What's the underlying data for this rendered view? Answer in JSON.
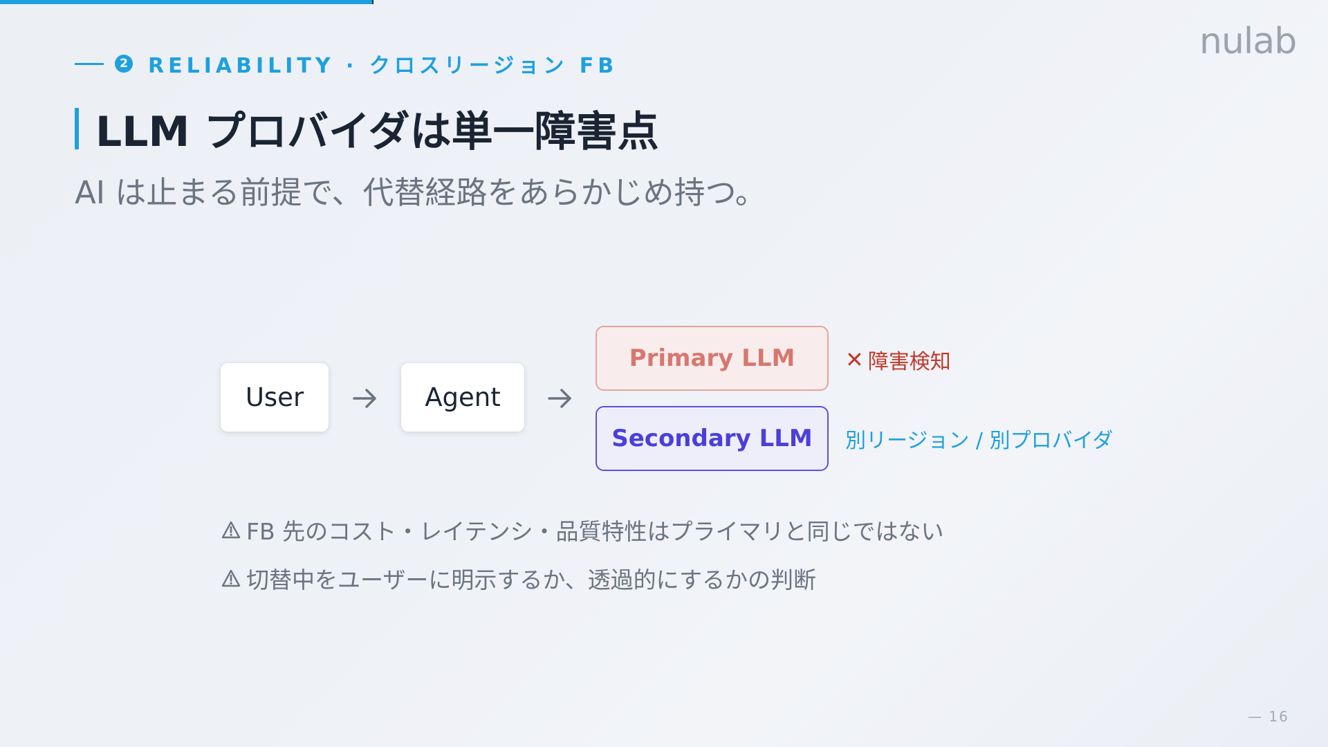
{
  "progress": {
    "fraction": 0.28,
    "color": "#1fa0de"
  },
  "logo": {
    "text": "nulab"
  },
  "header": {
    "section_number": "2",
    "section_label": "RELIABILITY · クロスリージョン FB",
    "title": "LLM プロバイダは単一障害点",
    "subtitle": "AI は止まる前提で、代替経路をあらかじめ持つ。"
  },
  "diagram": {
    "user_label": "User",
    "agent_label": "Agent",
    "primary_label": "Primary LLM",
    "secondary_label": "Secondary LLM",
    "failure_mark": "✕",
    "failure_note": "障害検知",
    "alternate_note": "別リージョン / 別プロバイダ",
    "arrow_icon": "arrow-right-icon"
  },
  "warnings": [
    {
      "icon": "warning-icon",
      "text": "FB 先のコスト・レイテンシ・品質特性はプライマリと同じではない"
    },
    {
      "icon": "warning-icon",
      "text": "切替中をユーザーに明示するか、透過的にするかの判断"
    }
  ],
  "footer": {
    "page_number": "— 16"
  },
  "colors": {
    "accent": "#1fa0de",
    "primary_fill": "#f8ecec",
    "primary_border": "#e6a39c",
    "secondary_fill": "#eeeefb",
    "secondary_border": "#5b50dd",
    "failure": "#c0392b"
  }
}
